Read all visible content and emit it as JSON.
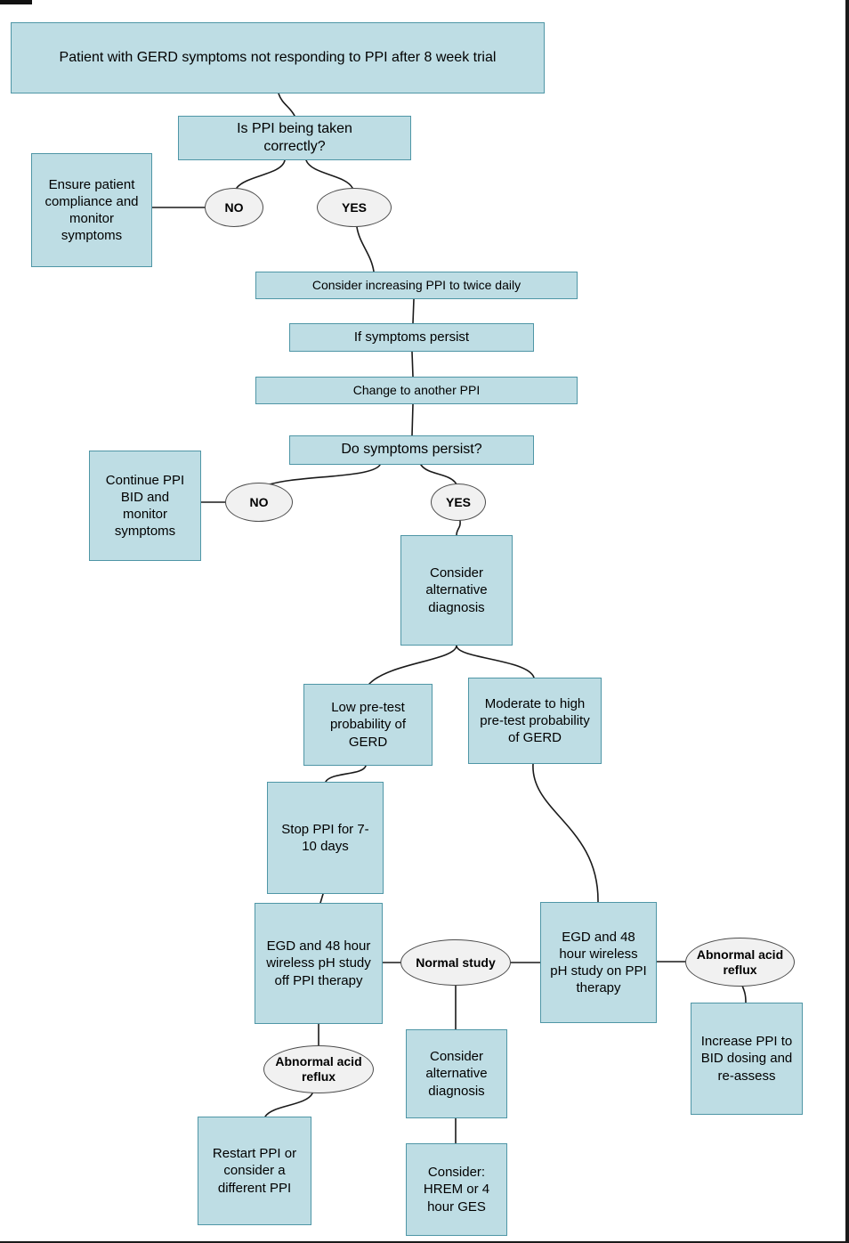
{
  "diagram": {
    "title": "GERD PPI non-responder management flowchart",
    "colors": {
      "node_fill": "#bedde4",
      "node_border": "#4f96a6",
      "oval_fill": "#f1f1f1",
      "oval_border": "#4d4d4d",
      "connector": "#1a1a1a",
      "background": "#ffffff"
    },
    "nodes": {
      "start": {
        "label": "Patient with GERD symptoms not responding to PPI after 8 week trial"
      },
      "q_ppi_correct": {
        "label": "Is PPI being taken correctly?"
      },
      "ensure_compliance": {
        "label": "Ensure patient compliance and monitor symptoms"
      },
      "no1": {
        "label": "NO"
      },
      "yes1": {
        "label": "YES"
      },
      "increase_bid": {
        "label": "Consider increasing PPI to twice daily"
      },
      "symptoms_persist": {
        "label": "If symptoms persist"
      },
      "change_ppi": {
        "label": "Change to another PPI"
      },
      "q_persist": {
        "label": "Do symptoms persist?"
      },
      "continue_bid": {
        "label": "Continue PPI BID and monitor symptoms"
      },
      "no2": {
        "label": "NO"
      },
      "yes2": {
        "label": "YES"
      },
      "alt_diagnosis1": {
        "label": "Consider alternative diagnosis"
      },
      "low_prob": {
        "label": "Low pre-test probability of GERD"
      },
      "mod_high_prob": {
        "label": "Moderate to high pre-test probability of GERD"
      },
      "stop_ppi": {
        "label": "Stop PPI for 7-10 days"
      },
      "egd_off": {
        "label": "EGD and 48 hour wireless pH study off PPI therapy"
      },
      "normal_study": {
        "label": "Normal study"
      },
      "egd_on": {
        "label": "EGD and 48 hour wireless pH study on PPI therapy"
      },
      "abnormal_right": {
        "label": "Abnormal acid reflux"
      },
      "increase_reassess": {
        "label": "Increase PPI to BID dosing and re-assess"
      },
      "abnormal_left": {
        "label": "Abnormal acid reflux"
      },
      "restart_ppi": {
        "label": "Restart PPI or consider a different PPI"
      },
      "alt_diagnosis2": {
        "label": "Consider alternative diagnosis"
      },
      "consider_hrem": {
        "label": "Consider: HREM or 4 hour GES"
      }
    }
  }
}
